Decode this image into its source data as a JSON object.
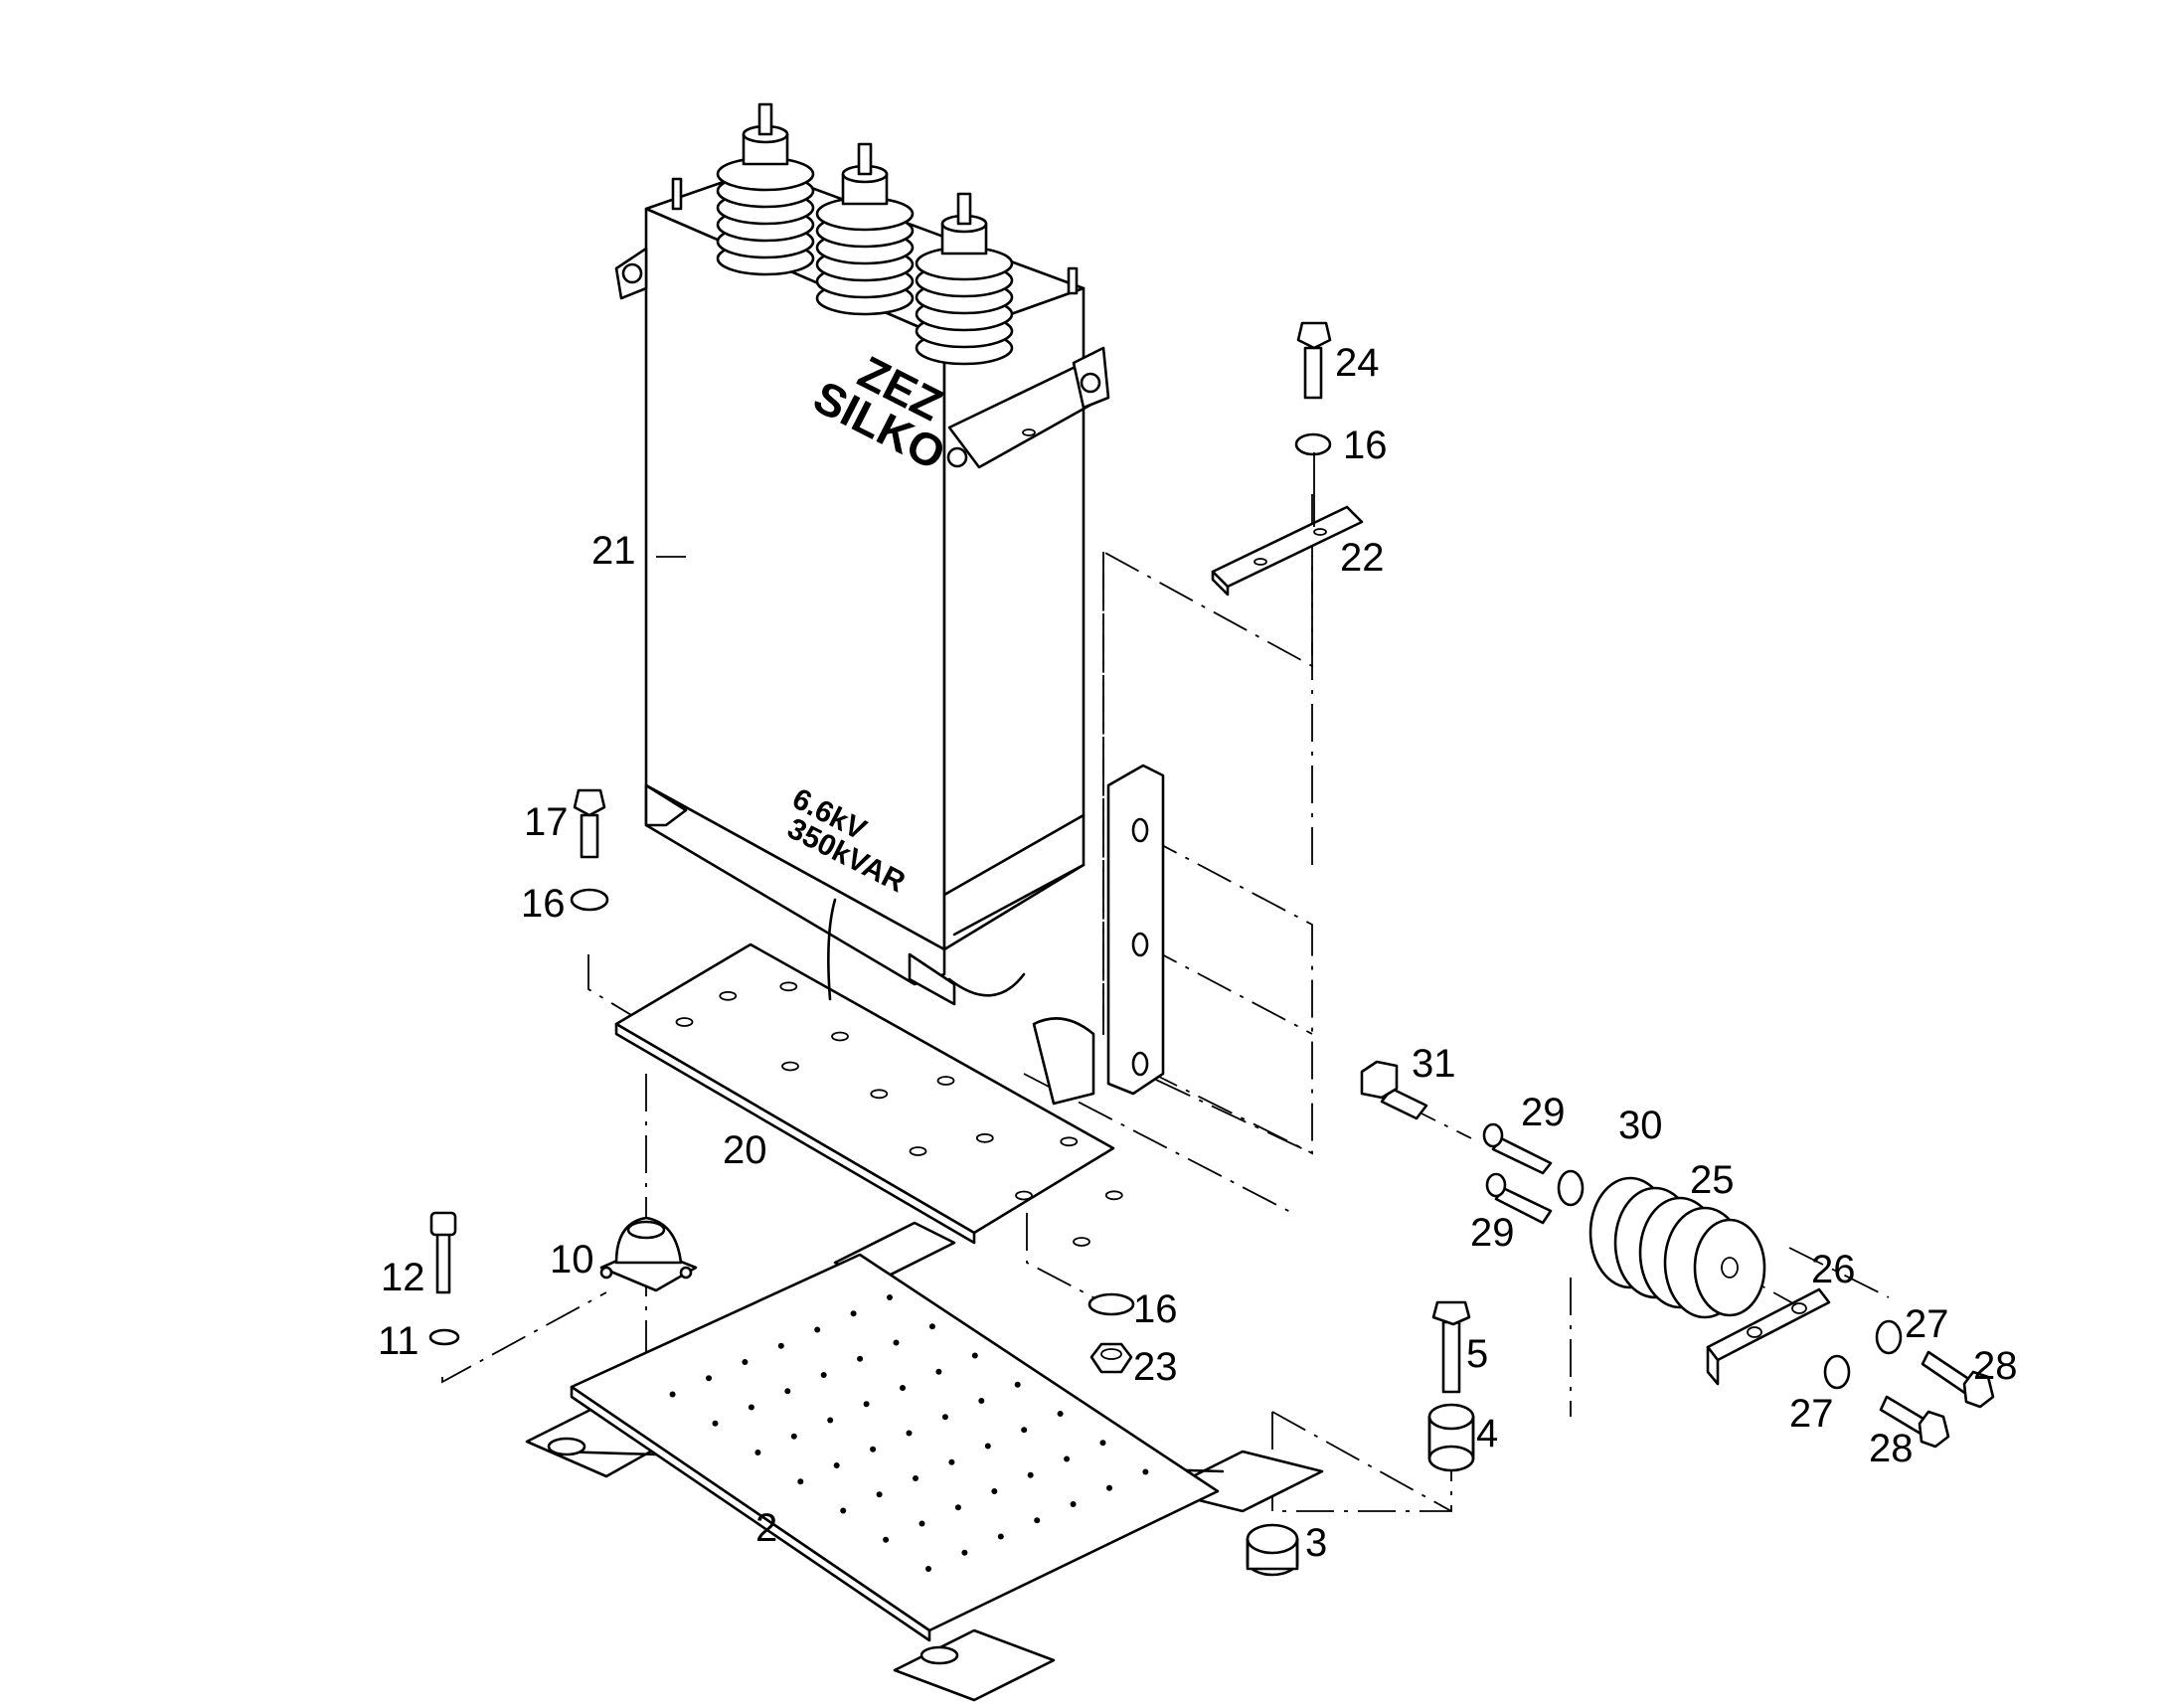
{
  "drawing": {
    "nameplate": {
      "brand_line1": "ZEZ",
      "brand_line2": "SILKO",
      "voltage": "6.6kV",
      "power": "350kVAR"
    },
    "callouts": [
      {
        "id": "c21",
        "text": "21"
      },
      {
        "id": "c24",
        "text": "24"
      },
      {
        "id": "c16a",
        "text": "16"
      },
      {
        "id": "c22",
        "text": "22"
      },
      {
        "id": "c17",
        "text": "17"
      },
      {
        "id": "c16b",
        "text": "16"
      },
      {
        "id": "c31",
        "text": "31"
      },
      {
        "id": "c29a",
        "text": "29"
      },
      {
        "id": "c30",
        "text": "30"
      },
      {
        "id": "c25",
        "text": "25"
      },
      {
        "id": "c29b",
        "text": "29"
      },
      {
        "id": "c20",
        "text": "20"
      },
      {
        "id": "c26",
        "text": "26"
      },
      {
        "id": "c12",
        "text": "12"
      },
      {
        "id": "c10",
        "text": "10"
      },
      {
        "id": "c16c",
        "text": "16"
      },
      {
        "id": "c27a",
        "text": "27"
      },
      {
        "id": "c28a",
        "text": "28"
      },
      {
        "id": "c11",
        "text": "11"
      },
      {
        "id": "c23",
        "text": "23"
      },
      {
        "id": "c5",
        "text": "5"
      },
      {
        "id": "c27b",
        "text": "27"
      },
      {
        "id": "c4",
        "text": "4"
      },
      {
        "id": "c28b",
        "text": "28"
      },
      {
        "id": "c2",
        "text": "2"
      },
      {
        "id": "c3",
        "text": "3"
      }
    ]
  }
}
